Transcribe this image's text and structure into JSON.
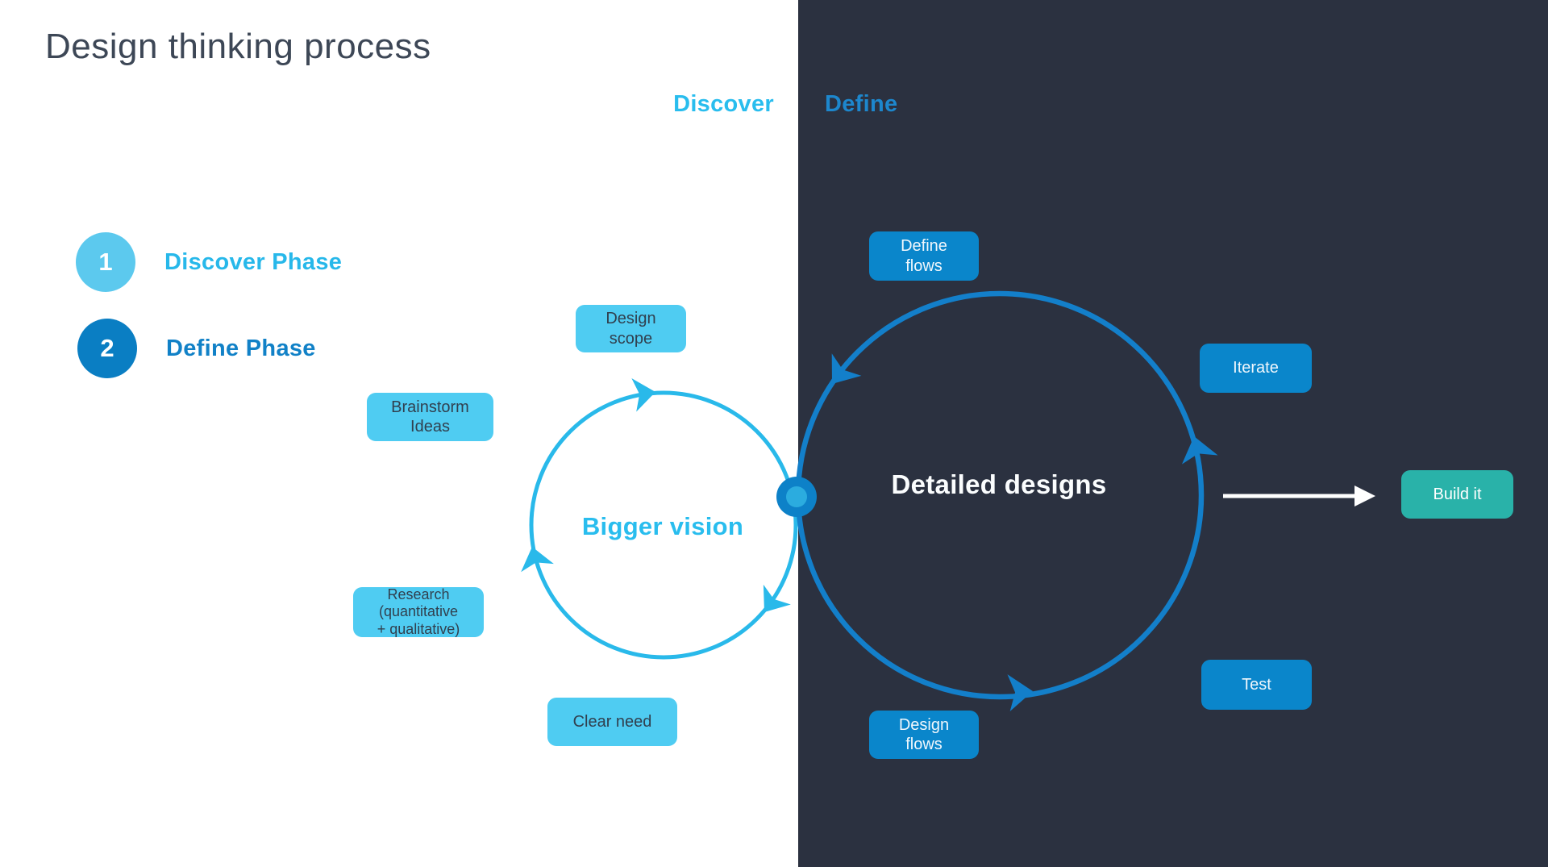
{
  "title": "Design thinking process",
  "columns": {
    "discover": "Discover",
    "define": "Define"
  },
  "legend": [
    {
      "number": "1",
      "label": "Discover Phase"
    },
    {
      "number": "2",
      "label": "Define Phase"
    }
  ],
  "cycles": {
    "discover": {
      "label": "Bigger vision",
      "direction": "clockwise"
    },
    "define": {
      "label": "Detailed designs",
      "direction": "counterclockwise"
    }
  },
  "nodes": {
    "design_scope": "Design\nscope",
    "brainstorm_ideas": "Brainstorm\nIdeas",
    "research": "Research\n(quantitative\n+ qualitative)",
    "clear_need": "Clear need",
    "define_flows": "Define\nflows",
    "iterate": "Iterate",
    "test": "Test",
    "design_flows": "Design\nflows",
    "build_it": "Build it"
  },
  "colors": {
    "canvas_left": "#ffffff",
    "canvas_right": "#2b3140",
    "discover_accent": "#29bdee",
    "define_accent": "#1d87cd",
    "discover_node_fill": "#4fccf2",
    "define_node_fill": "#0a86cb",
    "build_node_fill": "#29b2a9",
    "legend_discover_badge": "#5cc9ee",
    "legend_define_badge": "#0a7ec3",
    "junction_outer": "#0d81c8",
    "junction_inner": "#2bacdf",
    "title_text": "#3d4756",
    "node_text_dark": "#31404f",
    "arrow_white": "#ffffff"
  }
}
